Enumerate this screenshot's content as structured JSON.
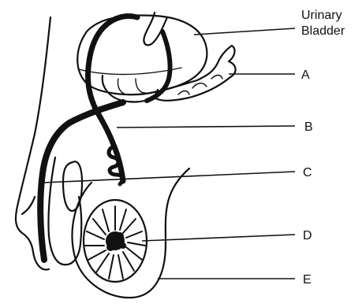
{
  "labels": {
    "bladder_line1": "Urinary",
    "bladder_line2": "Bladder",
    "a": "A",
    "b": "B",
    "c": "C",
    "d": "D",
    "e": "E"
  }
}
